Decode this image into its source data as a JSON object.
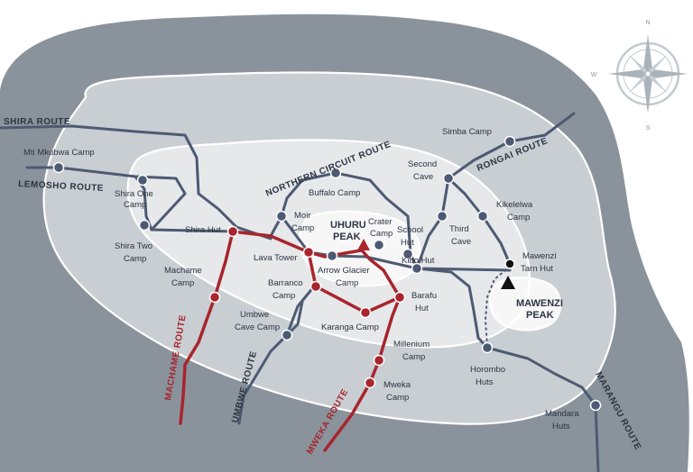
{
  "colors": {
    "outer_zone": "#8a939b",
    "middle_zone": "#c9ced3",
    "inner_zone": "#e6e8ea",
    "summit_zone": "#f7f7f8",
    "contour": "#ffffff",
    "trail": "#4d5a73",
    "highlight_route": "#a8252d",
    "text": "#2c3442"
  },
  "peaks": {
    "uhuru": [
      "UHURU",
      "PEAK"
    ],
    "mawenzi": [
      "MAWENZI",
      "PEAK"
    ]
  },
  "routes": {
    "shira": "SHIRA ROUTE",
    "lemosho": "LEMOSHO ROUTE",
    "northern_circuit": "NORTHERN CIRCUIT ROUTE",
    "rongai": "RONGAI ROUTE",
    "machame": "MACHAME ROUTE",
    "umbwe": "UMBWE ROUTE",
    "mweka": "MWEKA ROUTE",
    "marangu": "MARANGU ROUTE"
  },
  "camps": {
    "mti_mkubwa": [
      "Mti Mkubwa Camp"
    ],
    "shira_one": [
      "Shira One",
      "Camp"
    ],
    "shira_two": [
      "Shira Two",
      "Camp"
    ],
    "shira_hut": [
      "Shira Hut"
    ],
    "machame": [
      "Machame",
      "Camp"
    ],
    "moir": [
      "Moir",
      "Camp"
    ],
    "buffalo": [
      "Buffalo Camp"
    ],
    "lava_tower": [
      "Lava Tower"
    ],
    "arrow_glacier": [
      "Arrow Glacier",
      "Camp"
    ],
    "barranco": [
      "Barranco",
      "Camp"
    ],
    "umbwe_cave": [
      "Umbwe",
      "Cave Camp"
    ],
    "karanga": [
      "Karanga Camp"
    ],
    "crater": [
      "Crater",
      "Camp"
    ],
    "school_hut": [
      "School",
      "Hut"
    ],
    "kibo_hut": [
      "Kibo Hut"
    ],
    "barafu": [
      "Barafu",
      "Hut"
    ],
    "millenium": [
      "Millenium",
      "Camp"
    ],
    "mweka": [
      "Mweka",
      "Camp"
    ],
    "simba": [
      "Simba Camp"
    ],
    "second_cave": [
      "Second",
      "Cave"
    ],
    "third_cave": [
      "Third",
      "Cave"
    ],
    "kikelelwa": [
      "Kikelelwa",
      "Camp"
    ],
    "mawenzi_tarn": [
      "Mawenzi",
      "Tarn Hut"
    ],
    "horombo": [
      "Horombo",
      "Huts"
    ],
    "mandara": [
      "Mandara",
      "Huts"
    ]
  },
  "compass": {
    "n": "N",
    "s": "S",
    "w": "W"
  }
}
